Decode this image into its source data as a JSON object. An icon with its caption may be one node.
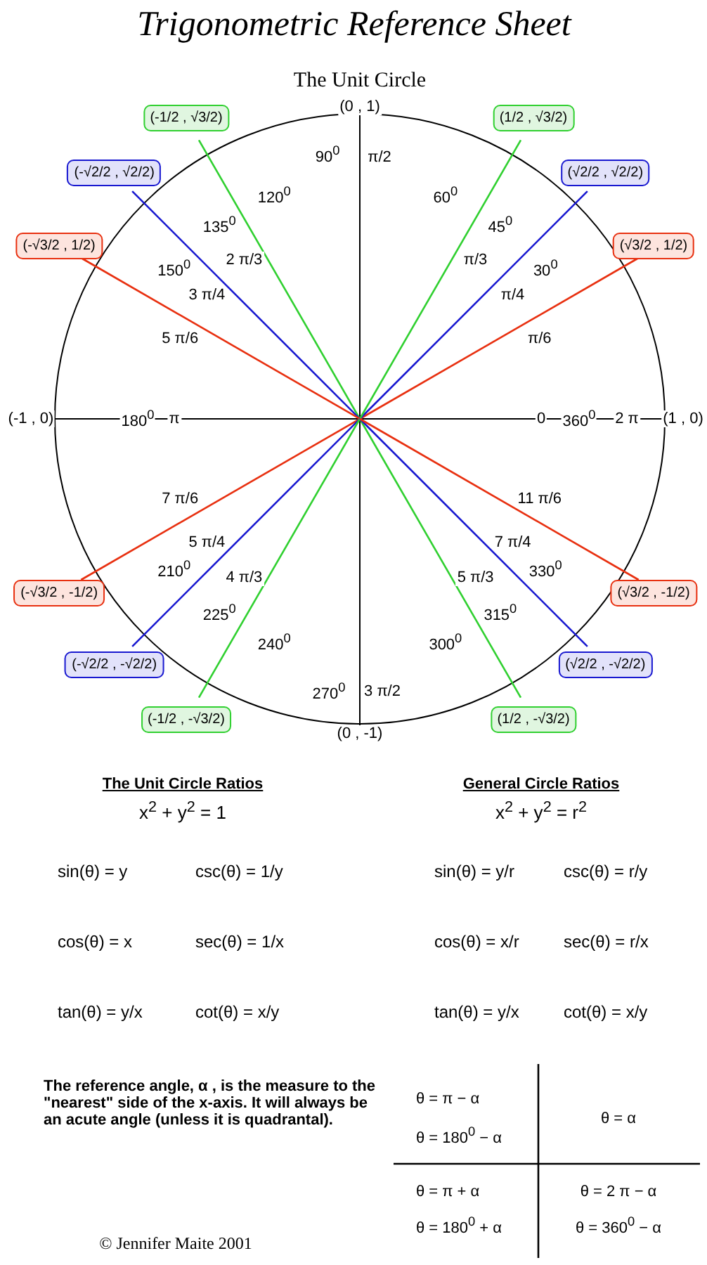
{
  "diagram": {
    "title": "Trigonometric Reference Sheet",
    "nodes": [
      {
        "text": [
          "(√3/2 , 1/2)"
        ]
      },
      {
        "text": [
          "(√2/2 , √2/2)"
        ]
      },
      {
        "text": [
          "(1/2 , √3/2)"
        ]
      },
      {
        "text": [
          "(-1/2 , √3/2)"
        ]
      },
      {
        "text": [
          "(-√2/2 , √2/2)"
        ]
      },
      {
        "text": [
          "(-√3/2 , 1/2)"
        ]
      },
      {
        "text": [
          "(-√3/2 , -1/2)"
        ]
      },
      {
        "text": [
          "(-√2/2 , -√2/2)"
        ]
      },
      {
        "text": [
          "(-1/2 , -√3/2)"
        ]
      },
      {
        "text": [
          "(1/2 , -√3/2)"
        ]
      },
      {
        "text": [
          "(√2/2 , -√2/2)"
        ]
      },
      {
        "text": [
          "(√3/2 , -1/2)"
        ]
      }
    ],
    "labels": [
      "The Unit Circle",
      "(0 , 1)",
      "(-1 , 0)",
      "(1 , 0)",
      "(0 , -1)",
      "0",
      "360$^{0}$",
      "2 π",
      "30$^{0}$",
      "π/6",
      "45$^{0}$",
      "π/4",
      "60$^{0}$",
      "π/3",
      "90$^{0}$",
      "π/2",
      "120$^{0}$",
      "2 π/3",
      "135$^{0}$",
      "3 π/4",
      "150$^{0}$",
      "5 π/6",
      "180$^{0}$",
      "π",
      "210$^{0}$",
      "7 π/6",
      "225$^{0}$",
      "5 π/4",
      "240$^{0}$",
      "4 π/3",
      "270$^{0}$",
      "3 π/2",
      "300$^{0}$",
      "5 π/3",
      "315$^{0}$",
      "7 π/4",
      "330$^{0}$",
      "11 π/6",
      "The Unit Circle Ratios",
      "x$^{2}$ + y$^{2}$ = 1",
      "sin(θ) = y",
      "csc(θ) = 1/y",
      "cos(θ) = x",
      "sec(θ) = 1/x",
      "tan(θ) = y/x",
      "cot(θ) = x/y",
      "General Circle Ratios",
      "x$^{2}$ + y$^{2}$ = r$^{2}$",
      "sin(θ) = y/r",
      "csc(θ) = r/y",
      "cos(θ) = x/r",
      "sec(θ) = r/x",
      "tan(θ) = y/x",
      "cot(θ) = x/y",
      "The reference angle, α , is the measure to the \"nearest\" side of the x-axis.  It will always be an acute angle (unless it is quadrantal).",
      "θ = π − α",
      "θ = 180$^{0}$ − α",
      "θ = α",
      "θ = π + α",
      "θ = 180$^{0}$ + α",
      "θ = 2 π − α",
      "θ = 360$^{0}$ − α",
      "© Jennifer Maite 2001"
    ]
  }
}
